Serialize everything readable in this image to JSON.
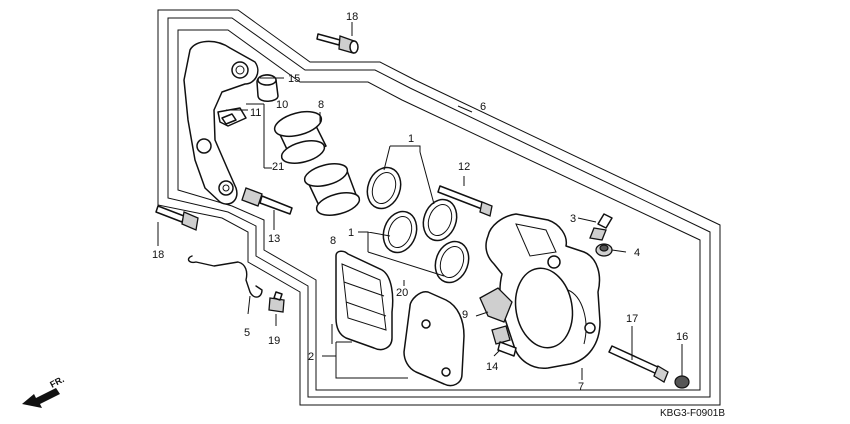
{
  "diagram_code": "KBG3-F0901B",
  "direction_label": "FR.",
  "callouts": {
    "c1a": "1",
    "c1b": "1",
    "c2": "2",
    "c3": "3",
    "c4": "4",
    "c5": "5",
    "c6": "6",
    "c7": "7",
    "c8a": "8",
    "c8b": "8",
    "c9": "9",
    "c10": "10",
    "c11": "11",
    "c12": "12",
    "c13": "13",
    "c14": "14",
    "c15": "15",
    "c16": "16",
    "c17": "17",
    "c18a": "18",
    "c18b": "18",
    "c19": "19",
    "c20": "20",
    "c21": "21"
  }
}
